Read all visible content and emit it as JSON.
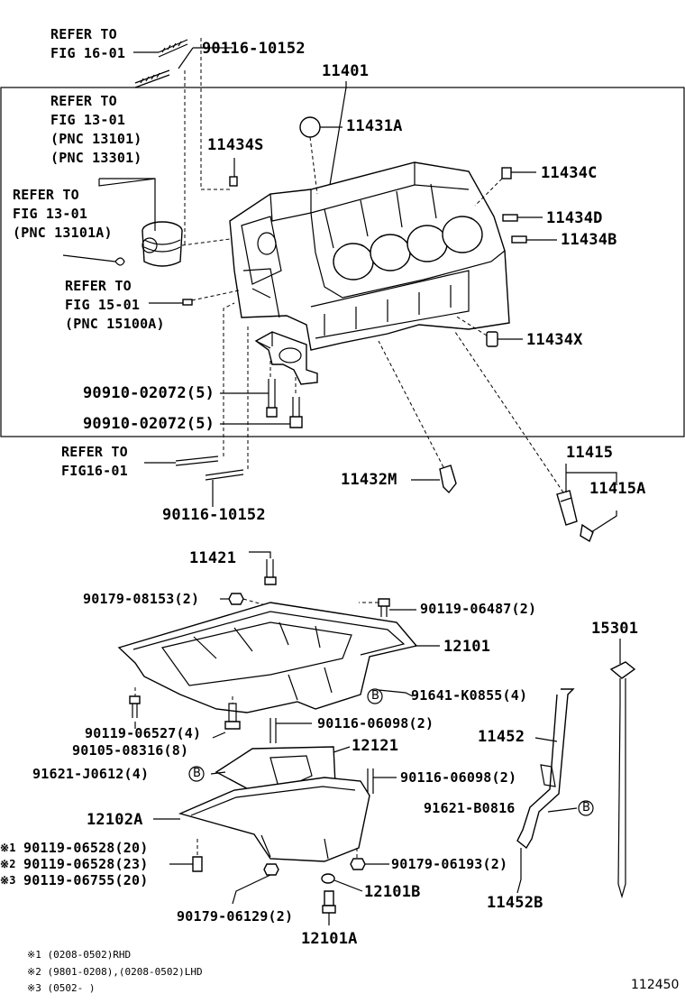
{
  "labels": {
    "l_refer_top": "REFER TO\nFIG 16-01",
    "l_90116_top": "90116-10152",
    "l_11401": "11401",
    "l_refer_13a": "REFER TO\nFIG 13-01\n(PNC 13101)\n(PNC 13301)",
    "l_11431A": "11431A",
    "l_11434S": "11434S",
    "l_11434C": "11434C",
    "l_refer_13b": "REFER TO\nFIG 13-01\n(PNC 13101A)",
    "l_11434D": "11434D",
    "l_11434B": "11434B",
    "l_refer_15": "REFER TO\nFIG 15-01\n(PNC 15100A)",
    "l_11434X": "11434X",
    "l_90910_a": "90910-02072(5)",
    "l_90910_b": "90910-02072(5)",
    "l_refer_bottom": "REFER TO\nFIG16-01",
    "l_11415": "11415",
    "l_11432M": "11432M",
    "l_11415A": "11415A",
    "l_90116_bottom": "90116-10152",
    "l_11421": "11421",
    "l_90179_08153": "90179-08153(2)",
    "l_90119_06487": "90119-06487(2)",
    "l_15301": "15301",
    "l_12101": "12101",
    "l_91641": "91641-K0855(4)",
    "l_90119_06527": "90119-06527(4)",
    "l_90116_06098_a": "90116-06098(2)",
    "l_11452": "11452",
    "l_90105": "90105-08316(8)",
    "l_12121": "12121",
    "l_91621_j": "91621-J0612(4)",
    "l_90116_06098_b": "90116-06098(2)",
    "l_12102A": "12102A",
    "l_91621_b": "91621-B0816",
    "l_90119_06528_20": "90119-06528(20)",
    "l_90119_06528_23": "90119-06528(23)",
    "l_90119_06755": "90119-06755(20)",
    "l_90179_06193": "90179-06193(2)",
    "l_12101B": "12101B",
    "l_11452B": "11452B",
    "l_90179_06129": "90179-06129(2)",
    "l_12101A": "12101A"
  },
  "marks": {
    "m1": "※1",
    "m2": "※2",
    "m3": "※3",
    "b": "B"
  },
  "footnotes": {
    "n1": "※1  (0208-0502)RHD",
    "n2": "※2  (9801-0208),(0208-0502)LHD",
    "n3": "※3  (0502-      )"
  },
  "figure_number": "112450"
}
